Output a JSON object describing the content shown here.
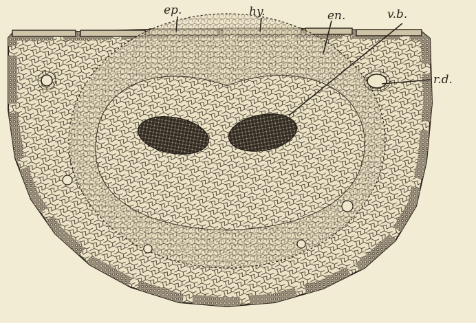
{
  "figure": {
    "labels": {
      "ep": "ep.",
      "hy": "hy.",
      "en": "en.",
      "vb": "v.b.",
      "rd": "r.d."
    },
    "colors": {
      "paper": "#f3ecd4",
      "ink": "#2a241b",
      "cell_fill": "#ece3c6",
      "hypoderm": "#8f8574",
      "bundle": "#3a342a"
    }
  }
}
